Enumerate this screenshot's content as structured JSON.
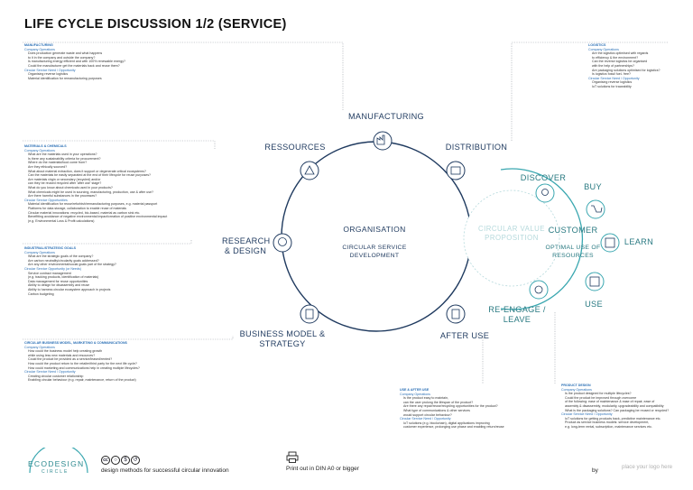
{
  "title": "LIFE CYCLE DISCUSSION 1/2 (SERVICE)",
  "ring_labels": {
    "manufacturing": "MANUFACTURING",
    "distribution": "DISTRIBUTION",
    "ressources": "RESSOURCES",
    "research_design": "RESEARCH & DESIGN",
    "business_model": "BUSINESS MODEL & STRATEGY",
    "after_use": "AFTER USE"
  },
  "center": {
    "organisation": "ORGANISATION",
    "circular_service_development": "CIRCULAR SERVICE DEVELOPMENT"
  },
  "value_proposition": "CIRCULAR VALUE PROPOSITION",
  "customer_labels": {
    "discover": "DISCOVER",
    "buy": "BUY",
    "learn": "LEARN",
    "use": "USE",
    "reengage": "RE-ENGAGE / LEAVE",
    "customer": "CUSTOMER",
    "optimal": "OPTIMAL USE OF RESOURCES"
  },
  "notes": {
    "manufacturing": {
      "heading": "MANUFACTURING",
      "company_ops": "Company Operations",
      "lines": [
        "Does production generate waste and what happens",
        "to it in the company and outside the company?",
        "Is manufacturing energy efficient and with 100% renewable energy?",
        "Could the manufacturer get the materials back and reuse them?"
      ],
      "need": "Circular Service Need / Opportunity",
      "need_lines": [
        "Organising reverse logistics",
        "Material identification for remanufacturing purposes"
      ]
    },
    "logistics": {
      "heading": "LOGISTICS",
      "company_ops": "Company Operations",
      "lines": [
        "Are the logistics optimised with regards",
        "to efficiency & the environment?",
        "Can the reverse logistics be organised",
        "with the help of partnerships?",
        "Are packaging solutions optimised for logistics?",
        "Is logistics fossil fuel- free?"
      ],
      "need": "Circular Service Need / Opportunity",
      "need_lines": [
        "Organising reverse logistics",
        "IoT solutions for traceability"
      ]
    },
    "materials": {
      "heading": "MATERIALS & CHEMICALS",
      "company_ops": "Company Operations",
      "lines": [
        "What are the materials used in your operations?",
        "Is there any sustainability criteria for procurement?",
        "Where do the materials/food come from?",
        "Are they ethically sourced?",
        "What about material extraction, does it support or degenerate critical ecosystems?",
        "Can the materials be easily separated at the end of their lifecycle for reuse purposes?",
        "Are materials virgin or secondary (recycled) and/or",
        "can they be reused recycled after 'after use' stage?",
        "What do you know about chemicals used in your products?",
        "What chemicals might be used in sourcing, manufacturing, production, use & after use?",
        "Are there harmful substances in the processes?"
      ],
      "need": "Circular Service Opportunities",
      "need_lines": [
        "Material identification for reuse/refurbish/remanufacturing purposes, e.g. material passport",
        "Platforms for data storage, collaboration to enable reuse of materials",
        "Circular material innovations: recycled, bio-based, material as carbon sink etc.",
        "Benefitting avoidance of negative environmental impact/creation of positive environmental impact",
        "(e.g. Environmental Loss & Profit calculations)"
      ]
    },
    "strategic": {
      "heading": "INDUSTRIAL/STRATEGIC GOALS",
      "company_ops": "Company Operations",
      "lines": [
        "What are the strategic goals of the company?",
        "Are carbon neutrality/circularity goals addressed?",
        "Are any other environmental/social goals part of the strategy?"
      ],
      "need": "Circular Service Opportunity (or Needs)",
      "need_lines": [
        "Service contract management",
        "(e.g. tracking products, identification of materials)",
        "Data management for reuse opportunities",
        "Ability to design for disassembly and reuse",
        "Ability to harness circular ecosystem approach in projects",
        "Carbon budgeting"
      ]
    },
    "business": {
      "heading": "CIRCULAR BUSINESS MODEL, MARKETING & COMMUNICATIONS",
      "company_ops": "Company Operations",
      "lines": [
        "How could the business model help creating growth",
        "while using less new materials and resources?",
        "Could the product be provided as a service/leased/rented?",
        "How could the product return to the retailer/third party for the next life cycle?",
        "How could marketing and communications help in creating multiple lifecycles?"
      ],
      "need": "Circular Service Need / Opportunity",
      "need_lines": [
        "Creating circular customer relationship",
        "Enabling circular behaviour (e.g. repair, maintenance, return of the product)"
      ]
    },
    "use_after": {
      "heading": "USE & AFTER USE",
      "company_ops": "Company Operations",
      "lines": [
        "Is the product easy to maintain,",
        "can the user prolong the lifespan of the product?",
        "Are there any repair/reuse/recycling opportunities for the product?",
        "What type of communications & other services",
        "would support circular behaviour?"
      ],
      "need": "Circular Service Need / Opportunity",
      "need_lines": [
        "IoT solutions (e.g. blockchain), digital applications improving",
        "customer experience, prolonging use phase and enabling return/reuse"
      ]
    },
    "product": {
      "heading": "PRODUCT DESIGN",
      "company_ops": "Company Operations",
      "lines": [
        "Is the product designed for multiple lifecycles?",
        "Could the product be improved through overcome",
        "of the following: ease of maintenance & ease of repair, ease of",
        "assembly & disassembly, modularity, upgradeability and compatibility",
        "What is the packaging solutions? Can packaging be reused or recycled?"
      ],
      "need": "Circular Service Need / Opportunity",
      "need_lines": [
        "IoT solutions for getting products back, predictive maintenance etc.",
        "Product as service business models: service development,",
        "e.g. long-term rental, subscription, maintenance services etc."
      ]
    }
  },
  "footer": {
    "logo_line1": "ECODESIGN",
    "logo_line2": "CIRCLE",
    "license": "cc by-nc-sa",
    "tagline": "design methods for successful circular innovation",
    "print": "Print out in DIN A0 or bigger",
    "by": "by",
    "logo_placeholder": "place your logo here"
  },
  "colors": {
    "navy": "#1f3a5f",
    "teal": "#3aa7b0",
    "light_teal": "#7fc9cf",
    "blue_text": "#2a6fb5"
  }
}
